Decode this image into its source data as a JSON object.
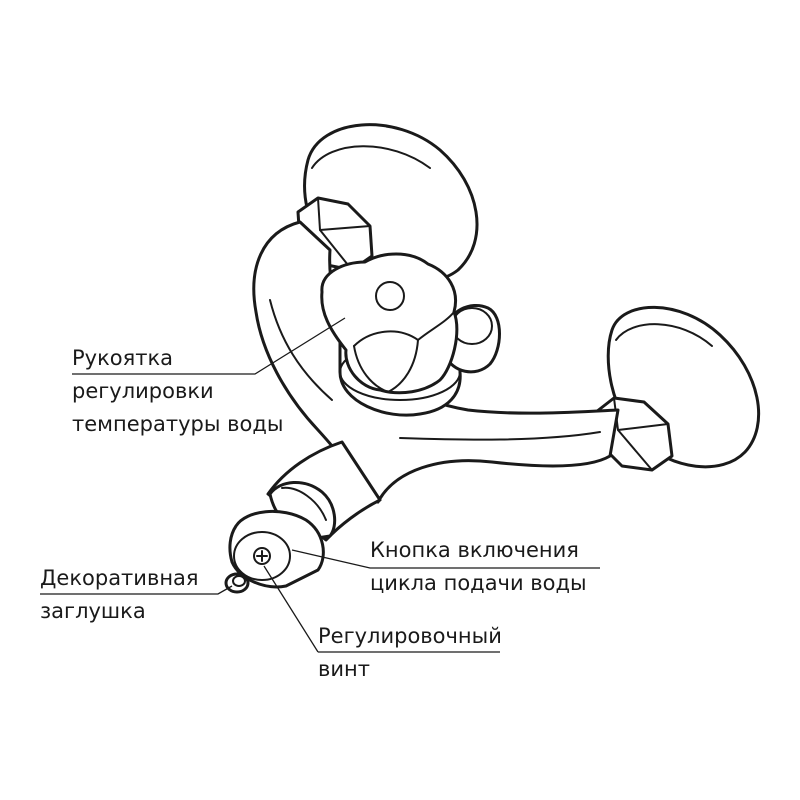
{
  "labels": {
    "handle": {
      "line1": "Рукоятка",
      "line2": "регулировки",
      "line3": "температуры воды"
    },
    "button": {
      "line1": "Кнопка включения",
      "line2": "цикла подачи воды"
    },
    "plug": {
      "line1": "Декоративная",
      "line2": "заглушка"
    },
    "screw": {
      "line1": "Регулировочный",
      "line2": "винт"
    }
  }
}
